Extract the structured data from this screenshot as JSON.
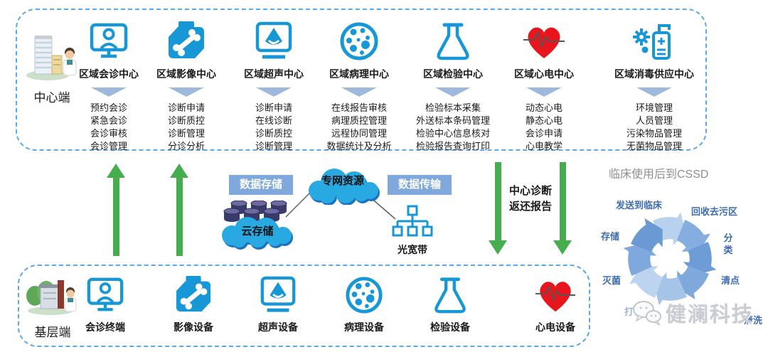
{
  "top_section": {
    "side_label": "中心端",
    "side_icon": "hospital-building-doctor-icon",
    "centers": [
      {
        "title": "区域会诊中心",
        "icon": "monitor-person-icon",
        "items": [
          "预约会诊",
          "紧急会诊",
          "会诊审核",
          "会诊管理"
        ]
      },
      {
        "title": "区域影像中心",
        "icon": "imaging-xray-icon",
        "items": [
          "诊断申请",
          "诊断质控",
          "诊断管理",
          "分诊分析"
        ]
      },
      {
        "title": "区域超声中心",
        "icon": "ultrasound-icon",
        "items": [
          "诊断申请",
          "在线诊断",
          "诊断质控",
          "诊断管理"
        ]
      },
      {
        "title": "区域病理中心",
        "icon": "pathology-cells-icon",
        "items": [
          "在线报告审核",
          "病理质控管理",
          "远程协同管理",
          "数据统计及分析"
        ]
      },
      {
        "title": "区域检验中心",
        "icon": "lab-flask-icon",
        "items": [
          "检验标本采集",
          "外送标本条码管理",
          "检验中心信息核对",
          "检验报告查询打印"
        ]
      },
      {
        "title": "区域心电中心",
        "icon": "heart-ecg-icon",
        "items": [
          "动态心电",
          "静态心电",
          "会诊申请",
          "心电教学"
        ]
      },
      {
        "title": "区域消毒供应中心",
        "icon": "disinfection-bottle-icon",
        "items": [
          "环境管理",
          "人员管理",
          "污染物品管理",
          "无菌物品管理"
        ]
      }
    ]
  },
  "middle": {
    "storage_tag": "数据存储",
    "cloud_storage_label": "云存储",
    "network_cloud_label": "专网资源",
    "transmission_tag": "数据传输",
    "broadband_label": "光宽带",
    "report_label_line1": "中心诊断",
    "report_label_line2": "返还报告"
  },
  "cssd": {
    "title": "临床使用后到CSSD",
    "steps": [
      "发送到临床",
      "回收去污区",
      "分类",
      "清点",
      "清洗",
      "打包",
      "灭菌",
      "存储"
    ]
  },
  "bottom_section": {
    "side_label": "基层端",
    "side_icon": "clinic-house-doctor-icon",
    "devices": [
      {
        "label": "会诊终端",
        "icon": "monitor-person-icon"
      },
      {
        "label": "影像设备",
        "icon": "imaging-xray-icon"
      },
      {
        "label": "超声设备",
        "icon": "ultrasound-icon"
      },
      {
        "label": "病理设备",
        "icon": "pathology-cells-icon"
      },
      {
        "label": "检验设备",
        "icon": "lab-flask-icon"
      },
      {
        "label": "心电设备",
        "icon": "heart-ecg-icon"
      }
    ]
  },
  "watermark": {
    "brand": "健澜科技",
    "icon": "wechat-icon"
  },
  "colors": {
    "icon_blue": "#1897D7",
    "dashed_border": "#5CA8E8",
    "arrow_green": "#45AD4D",
    "heart_red": "#E8151D",
    "tag_blue": "#7FA8DC",
    "cloud_blue": "#29A9E1",
    "cloud_shadow": "#1B72C2",
    "disk_navy": "#3A3A6C",
    "triangle_blue": "#9FB9DC",
    "cycle_light": "#B8D1EE",
    "cycle_medium": "#7FA9DC",
    "cycle_dark": "#6D9CD6",
    "cssd_label": "#3E6CB2",
    "cssd_title_grey": "#8F8F8F",
    "watermark_grey": "#C9CDD3"
  }
}
